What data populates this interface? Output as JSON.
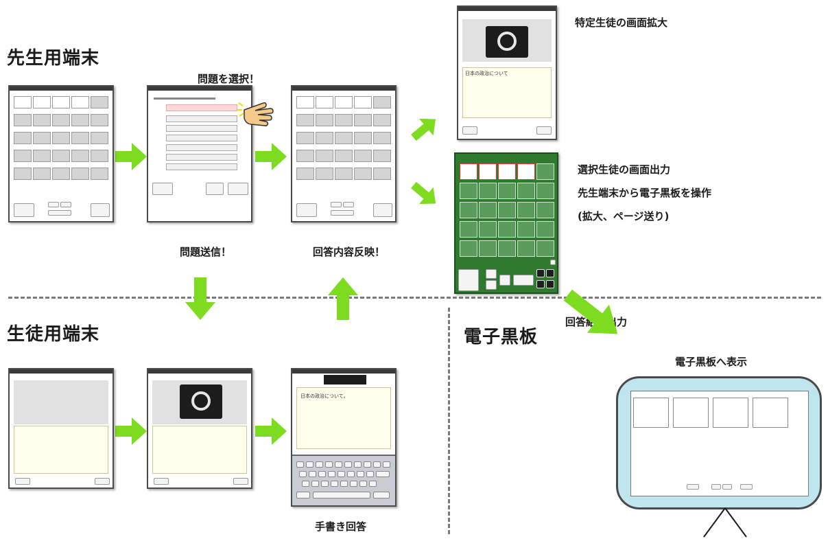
{
  "sections": {
    "teacher": "先生用端末",
    "student": "生徒用端末",
    "whiteboard": "電子黒板"
  },
  "captions": {
    "select_problem": "問題を選択！",
    "send_problem": "問題送信！",
    "reflect_answers": "回答内容反映！",
    "handwritten_answer": "手書き回答",
    "zoom_student": "特定生徒の画面拡大",
    "output_selected": "選択生徒の画面出力",
    "operate_board": "先生端末から電子黒板を操作",
    "operate_board_detail": "(拡大、ページ送り)",
    "answer_output": "回答結果出力",
    "display_board": "電子黒板へ表示"
  },
  "screens": {
    "answer_text": "日本の政治について",
    "student_answer_text": "日本の政治について。"
  },
  "colors": {
    "arrow_green": "#7ddc1f",
    "board_frame": "#bfe6ee",
    "dashed_line": "#7a7a7a"
  }
}
